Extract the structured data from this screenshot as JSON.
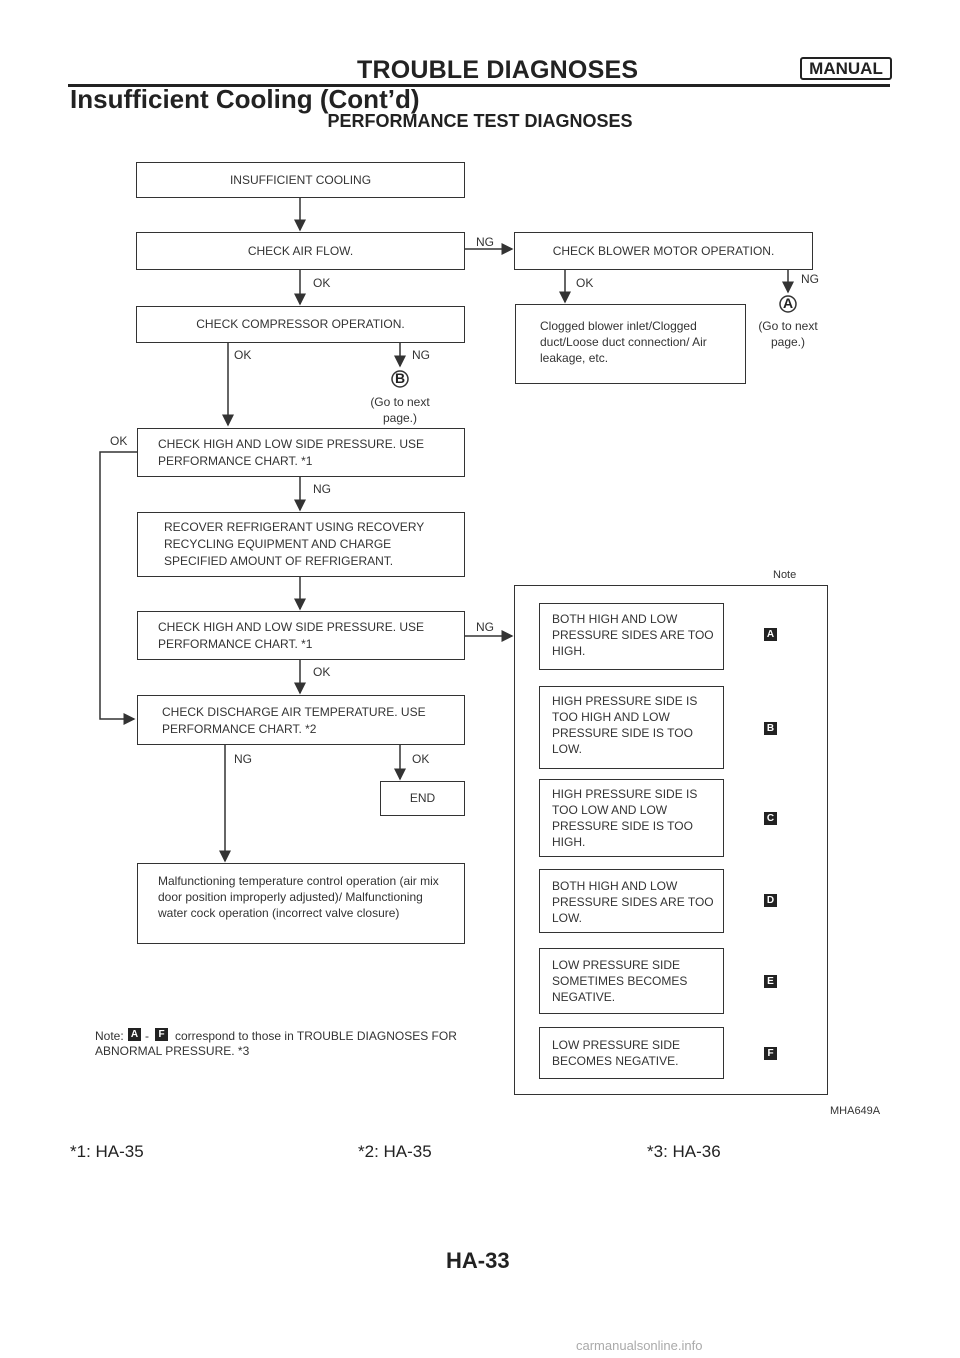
{
  "header": {
    "section": "TROUBLE DIAGNOSES",
    "badge": "MANUAL",
    "subtitle": "Insufficient Cooling (Cont’d)",
    "heading": "PERFORMANCE TEST DIAGNOSES"
  },
  "flow": {
    "insufficient_cooling": "INSUFFICIENT COOLING",
    "check_air_flow": "CHECK AIR FLOW.",
    "check_blower": "CHECK BLOWER MOTOR OPERATION.",
    "clogged": "Clogged blower inlet/Clogged duct/Loose duct connection/ Air leakage, etc.",
    "check_compressor": "CHECK COMPRESSOR OPERATION.",
    "check_pressure_1": "CHECK HIGH AND LOW SIDE PRESSURE. USE PERFORMANCE CHART. *1",
    "recover": "RECOVER REFRIGERANT USING RECOVERY RECYCLING EQUIPMENT AND CHARGE SPECIFIED AMOUNT OF REFRIGERANT.",
    "check_pressure_2": "CHECK HIGH AND LOW SIDE PRESSURE. USE PERFORMANCE CHART. *1",
    "check_discharge": "CHECK DISCHARGE AIR TEMPERATURE. USE PERFORMANCE CHART. *2",
    "end": "END",
    "malfunction": "Malfunctioning temperature control operation (air mix door position improperly adjusted)/ Malfunctioning water cock operation (incorrect valve closure)"
  },
  "labels": {
    "ng": "NG",
    "ok": "OK",
    "go_to": "(Go to next page.)",
    "note_title": "Note",
    "letter_a": "A",
    "letter_b": "B"
  },
  "note_items": [
    {
      "text": "BOTH HIGH AND LOW PRESSURE SIDES ARE TOO HIGH.",
      "ref": "A"
    },
    {
      "text": "HIGH PRESSURE SIDE IS TOO HIGH AND LOW PRESSURE SIDE IS TOO LOW.",
      "ref": "B"
    },
    {
      "text": "HIGH PRESSURE SIDE IS TOO LOW AND LOW PRESSURE SIDE IS TOO HIGH.",
      "ref": "C"
    },
    {
      "text": "BOTH HIGH AND LOW PRESSURE SIDES ARE TOO LOW.",
      "ref": "D"
    },
    {
      "text": "LOW PRESSURE SIDE SOMETIMES BECOMES NEGATIVE.",
      "ref": "E"
    },
    {
      "text": "LOW PRESSURE SIDE BECOMES NEGATIVE.",
      "ref": "F"
    }
  ],
  "bottom_note": {
    "prefix": "Note:",
    "from": "A",
    "dash": "-",
    "to": "F",
    "text": "correspond to those in TROUBLE DIAGNOSES FOR ABNORMAL PRESSURE. *3"
  },
  "figure_id": "MHA649A",
  "footnotes": [
    "*1: HA-35",
    "*2: HA-35",
    "*3: HA-36"
  ],
  "page_number": "HA-33",
  "watermark": "carmanualsonline.info"
}
